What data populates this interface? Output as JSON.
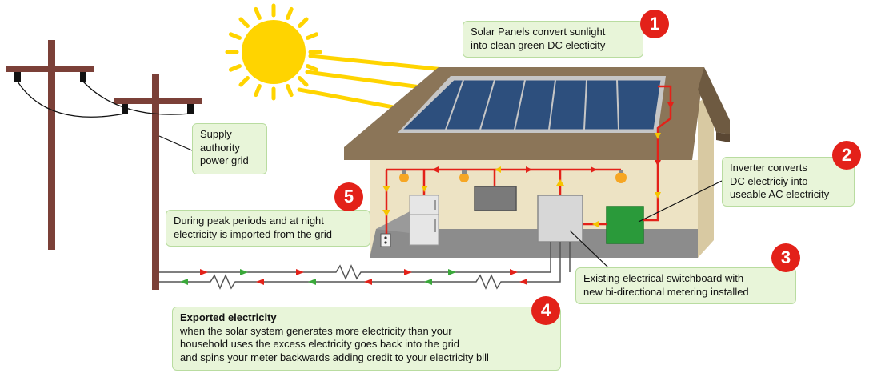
{
  "callouts": {
    "solar": {
      "number": "1",
      "lines": [
        "Solar Panels convert sunlight",
        "into clean green DC electicity"
      ]
    },
    "inverter": {
      "number": "2",
      "lines": [
        "Inverter converts",
        "DC electriciy into",
        "useable AC electricity"
      ]
    },
    "switchboard": {
      "number": "3",
      "lines": [
        "Existing electrical switchboard with",
        "new bi-directional metering installed"
      ]
    },
    "exported": {
      "number": "4",
      "heading": "Exported electricity",
      "lines": [
        "when the solar system generates more electricity than your",
        "household uses the excess electricity goes back into the grid",
        "and spins your meter backwards adding credit to your electricity bill"
      ]
    },
    "imported": {
      "number": "5",
      "lines": [
        "During peak periods and at night",
        "electricity is imported from the grid"
      ]
    },
    "grid": {
      "lines": [
        "Supply",
        "authority",
        "power grid"
      ]
    }
  },
  "colors": {
    "callout_bg": "#e8f5d9",
    "badge": "#e32119",
    "wire_red": "#e32119",
    "arrow_yellow": "#f6c400",
    "arrow_green": "#3aa83a",
    "roof": "#8b7558",
    "wall": "#ede3c4",
    "panel": "#2d4f7d",
    "pole": "#7b4038",
    "inverter": "#2a9a3a",
    "sun": "#ffd400"
  }
}
